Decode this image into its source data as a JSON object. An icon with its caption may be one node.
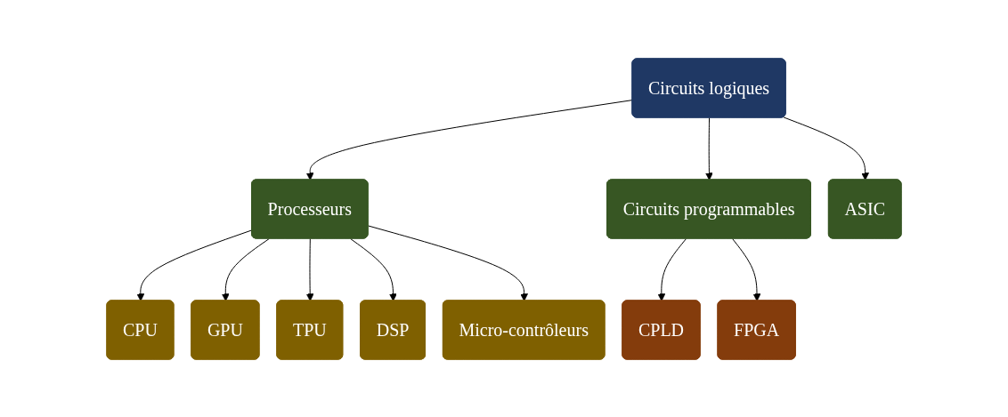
{
  "diagram": {
    "nodes": [
      {
        "text": [
          "Circuits logiques"
        ]
      },
      {
        "text": [
          "Processeurs"
        ]
      },
      {
        "text": [
          "Circuits programmables"
        ]
      },
      {
        "text": [
          "ASIC"
        ]
      },
      {
        "text": [
          "CPU"
        ]
      },
      {
        "text": [
          "GPU"
        ]
      },
      {
        "text": [
          "TPU"
        ]
      },
      {
        "text": [
          "DSP"
        ]
      },
      {
        "text": [
          "Micro-contrôleurs"
        ]
      },
      {
        "text": [
          "CPLD"
        ]
      },
      {
        "text": [
          "FPGA"
        ]
      }
    ],
    "edges": [
      {
        "from": 0,
        "to": 1,
        "arrow": "to"
      },
      {
        "from": 0,
        "to": 2,
        "arrow": "to"
      },
      {
        "from": 0,
        "to": 3,
        "arrow": "to"
      },
      {
        "from": 1,
        "to": 4,
        "arrow": "to"
      },
      {
        "from": 1,
        "to": 5,
        "arrow": "to"
      },
      {
        "from": 1,
        "to": 6,
        "arrow": "to"
      },
      {
        "from": 1,
        "to": 7,
        "arrow": "to"
      },
      {
        "from": 1,
        "to": 8,
        "arrow": "to"
      },
      {
        "from": 2,
        "to": 9,
        "arrow": "to"
      },
      {
        "from": 2,
        "to": 10,
        "arrow": "to"
      }
    ]
  }
}
